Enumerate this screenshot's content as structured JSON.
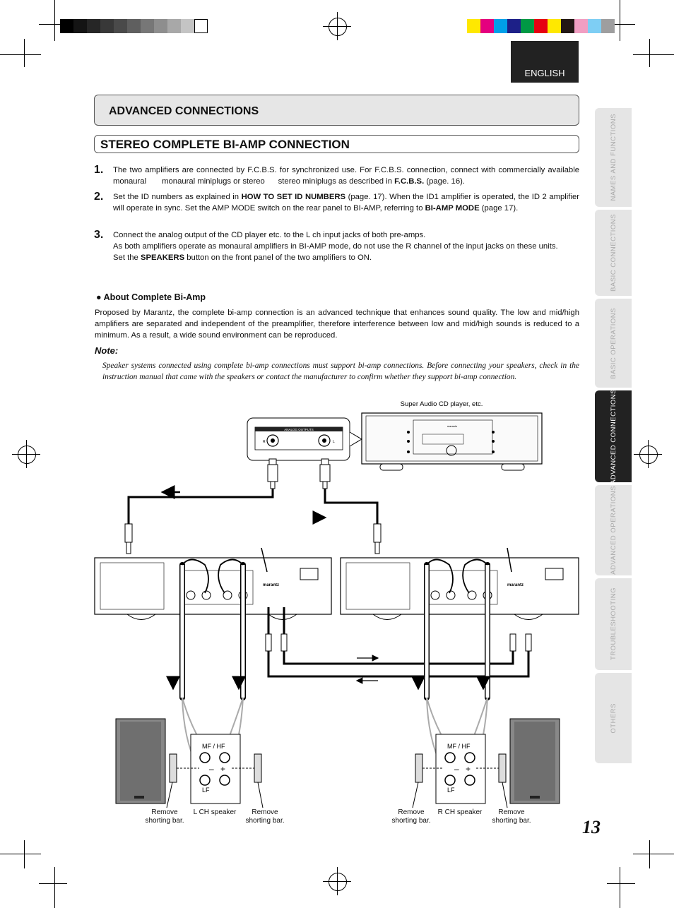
{
  "language_tab": "ENGLISH",
  "section_title": "ADVANCED CONNECTIONS",
  "subsection_title": "STEREO COMPLETE BI-AMP CONNECTION",
  "steps": [
    {
      "num": "1.",
      "text_a": "The two amplifiers are connected by F.C.B.S. for synchronized use. For F.C.B.S. connection, connect with commercially available monaural",
      "text_b": "monaural miniplugs or stereo",
      "text_c": "stereo miniplugs as described in",
      "text_d": "F.C.B.S.",
      "text_e": "(page. 16)."
    },
    {
      "num": "2.",
      "text_a": "Set the ID numbers as explained in",
      "text_b": "HOW TO SET ID NUMBERS",
      "text_c": "(page. 17). When the ID1 amplifier is operated, the ID 2 amplifier will operate in sync. Set the AMP MODE switch on the rear panel to BI-AMP, referring to",
      "text_d": "BI-AMP MODE",
      "text_e": "(page 17)."
    },
    {
      "num": "3.",
      "line1": "Connect the analog output of the CD player etc. to the L ch input jacks of both pre-amps.",
      "line2": "As both amplifiers operate as monaural amplifiers in BI-AMP mode, do not use the R channel of the input jacks on these units.",
      "line3_a": "Set the",
      "line3_b": "SPEAKERS",
      "line3_c": "button on the front panel of the two amplifiers to ON."
    }
  ],
  "about": {
    "bullet": "●",
    "heading": "About Complete Bi-Amp",
    "text": "Proposed by Marantz, the complete bi-amp connection is an advanced technique that enhances sound quality. The low and mid/high amplifiers are separated and independent of the preamplifier, therefore interference between low and mid/high sounds is reduced to a minimum. As a result, a wide sound environment can be reproduced."
  },
  "note": {
    "heading": "Note:",
    "text": "Speaker systems connected using complete bi-amp connections must support bi-amp connections. Before connecting your speakers, check in the instruction manual that came with the speakers or contact the manufacturer to confirm whether they support bi-amp connection."
  },
  "diagram": {
    "source_caption": "Super Audio CD player, etc.",
    "analog_outputs_label": "ANALOG OUTPUTS",
    "jack_r": "R",
    "jack_l": "L",
    "mf_hf": "MF / HF",
    "lf": "LF",
    "plus": "+",
    "minus": "–",
    "left_speaker_caption": "L CH speaker",
    "right_speaker_caption": "R CH speaker",
    "remove_bar_caption_1": "Remove",
    "remove_bar_caption_2": "shorting bar.",
    "brand": "marantz"
  },
  "side_tabs": [
    "NAMES AND FUNCTIONS",
    "BASIC CONNECTIONS",
    "BASIC OPERATIONS",
    "ADVANCED CONNECTIONS",
    "ADVANCED OPERATIONS",
    "TROUBLESHOOTING",
    "OTHERS"
  ],
  "page_number": "13",
  "colors": {
    "gray_swatches": [
      "#000000",
      "#141414",
      "#262626",
      "#383838",
      "#4a4a4a",
      "#5f5f5f",
      "#777777",
      "#8e8e8e",
      "#a8a8a8",
      "#c4c4c4",
      "#ffffff"
    ],
    "color_swatches": [
      "#ffe800",
      "#e4007f",
      "#00a0e9",
      "#1d2088",
      "#009944",
      "#e60012",
      "#ffe800",
      "#231815",
      "#f19ec2",
      "#7ecef4",
      "#9e9e9f"
    ],
    "active_tab": "#222222",
    "tab": "#e5e5e5"
  }
}
